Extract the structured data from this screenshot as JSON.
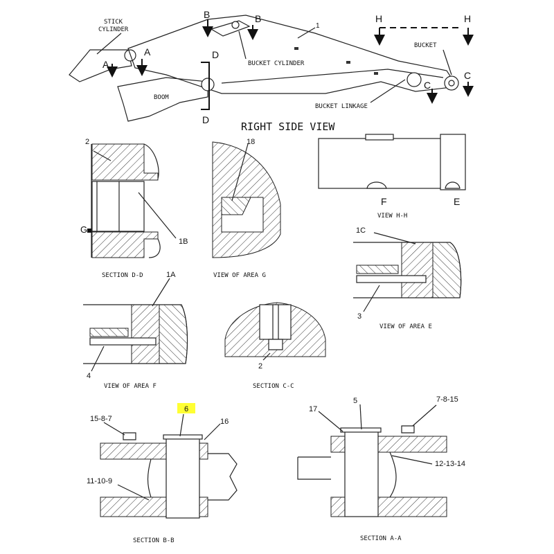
{
  "title": "RIGHT SIDE VIEW",
  "side_view": {
    "stick_cylinder": "STICK\nCYLINDER",
    "bucket_cylinder": "BUCKET CYLINDER",
    "bucket": "BUCKET",
    "boom": "BOOM",
    "bucket_linkage": "BUCKET LINKAGE",
    "item_1": "1",
    "section_markers": [
      "A",
      "A",
      "B",
      "B",
      "C",
      "C",
      "D",
      "D",
      "H",
      "H"
    ]
  },
  "views": {
    "section_dd": {
      "caption": "SECTION D-D",
      "callouts": [
        "2",
        "1B",
        "G"
      ]
    },
    "area_g": {
      "caption": "VIEW OF AREA G",
      "callouts": [
        "18"
      ]
    },
    "view_hh": {
      "caption": "VIEW H-H",
      "callouts": [
        "F",
        "E"
      ]
    },
    "area_e": {
      "caption": "VIEW OF AREA E",
      "callouts": [
        "1C",
        "3"
      ]
    },
    "area_f": {
      "caption": "VIEW OF AREA F",
      "callouts": [
        "1A",
        "4"
      ]
    },
    "section_cc": {
      "caption": "SECTION C-C",
      "callouts": [
        "2"
      ]
    },
    "section_bb": {
      "caption": "SECTION B-B",
      "callouts": [
        "6",
        "15-8-7",
        "16",
        "11-10-9"
      ]
    },
    "section_aa": {
      "caption": "SECTION A-A",
      "callouts": [
        "5",
        "17",
        "7-8-15",
        "12-13-14"
      ]
    }
  },
  "highlight": {
    "color": "#ffff33",
    "item": "6"
  }
}
